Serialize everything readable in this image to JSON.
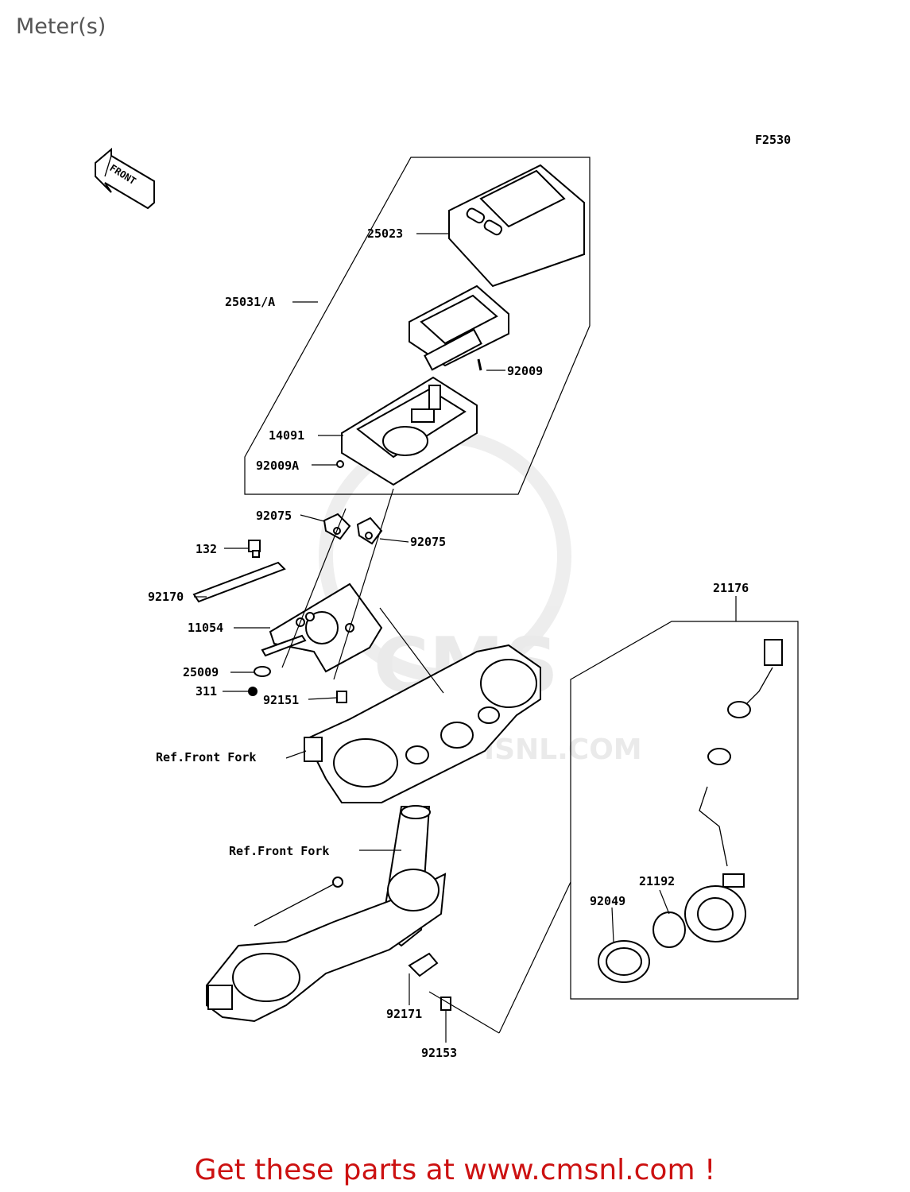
{
  "page": {
    "title": "Meter(s)",
    "footer": "Get these parts at www.cmsnl.com !"
  },
  "diagram": {
    "figure_code": "F2530",
    "front_arrow": "FRONT",
    "watermark": "WWW.CMSNL.COM",
    "watermark_logo": "CMS",
    "labels": {
      "p25023": "25023",
      "p25031a": "25031/A",
      "p92009": "92009",
      "p14091": "14091",
      "p92009a": "92009A",
      "p92075_left": "92075",
      "p92075_right": "92075",
      "p132": "132",
      "p92170": "92170",
      "p11054": "11054",
      "p25009": "25009",
      "p311": "311",
      "p92151": "92151",
      "ref_front_fork_upper": "Ref.Front Fork",
      "ref_front_fork_lower": "Ref.Front Fork",
      "p21176": "21176",
      "p21192": "21192",
      "p92049": "92049",
      "p92171": "92171",
      "p92153": "92153"
    }
  }
}
